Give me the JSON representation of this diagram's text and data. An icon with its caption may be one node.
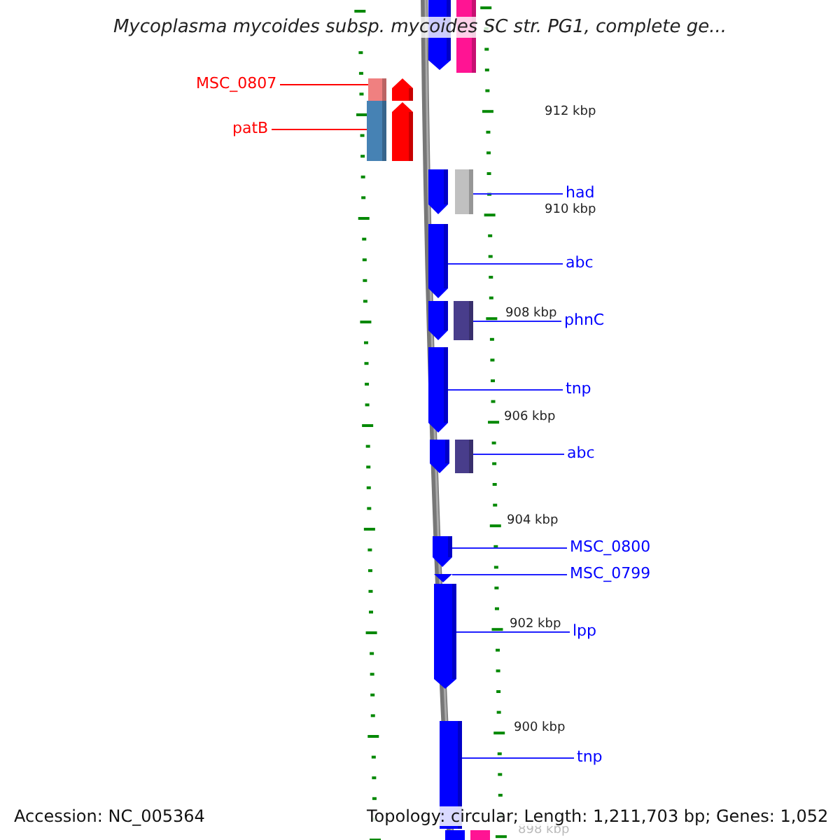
{
  "diagram": {
    "title": "Mycoplasma mycoides subsp. mycoides SC str. PG1, complete ge...",
    "nodes": [
      {
        "text": [],
        "shape": "arrow"
      },
      {
        "text": [],
        "shape": "bar"
      },
      {
        "text": [
          "MSC_0807"
        ]
      },
      {
        "text": [],
        "shape": "bar"
      },
      {
        "text": [],
        "shape": "arrow"
      },
      {
        "text": [
          "patB"
        ]
      },
      {
        "text": [],
        "shape": "bar"
      },
      {
        "text": [],
        "shape": "arrow"
      },
      {
        "text": [],
        "shape": "arrow"
      },
      {
        "text": [],
        "shape": "bar"
      },
      {
        "text": [
          "had"
        ]
      },
      {
        "text": [
          "abc"
        ]
      },
      {
        "text": [],
        "shape": "arrow"
      },
      {
        "text": [],
        "shape": "arrow"
      },
      {
        "text": [],
        "shape": "bar"
      },
      {
        "text": [
          "phnC"
        ]
      },
      {
        "text": [
          "tnp"
        ]
      },
      {
        "text": [],
        "shape": "arrow"
      },
      {
        "text": [],
        "shape": "arrow"
      },
      {
        "text": [],
        "shape": "bar"
      },
      {
        "text": [
          "abc"
        ]
      },
      {
        "text": [
          "MSC_0800"
        ]
      },
      {
        "text": [],
        "shape": "arrow"
      },
      {
        "text": [
          "MSC_0799"
        ]
      },
      {
        "text": [],
        "shape": "arrow"
      },
      {
        "text": [
          "lpp"
        ]
      },
      {
        "text": [],
        "shape": "arrow"
      },
      {
        "text": [
          "tnp"
        ]
      },
      {
        "text": [],
        "shape": "bar"
      },
      {
        "text": [],
        "shape": "bar"
      },
      {
        "text": [],
        "shape": "bar"
      }
    ],
    "edges": [
      {
        "from": 2,
        "to": 3,
        "arrow": "none",
        "color": "#ff0000"
      },
      {
        "from": 5,
        "to": 6,
        "arrow": "none",
        "color": "#ff0000"
      },
      {
        "from": 10,
        "to": 9,
        "arrow": "none"
      },
      {
        "from": 11,
        "to": 12,
        "arrow": "none"
      },
      {
        "from": 15,
        "to": 14,
        "arrow": "none"
      },
      {
        "from": 16,
        "to": 17,
        "arrow": "none"
      },
      {
        "from": 20,
        "to": 19,
        "arrow": "none"
      },
      {
        "from": 21,
        "to": 22,
        "arrow": "none"
      },
      {
        "from": 23,
        "to": 24,
        "arrow": "none"
      },
      {
        "from": 25,
        "to": 26,
        "arrow": "none"
      },
      {
        "from": 27,
        "to": 28,
        "arrow": "none"
      }
    ],
    "labels": [
      "912 kbp",
      "910 kbp",
      "908 kbp",
      "906 kbp",
      "904 kbp",
      "902 kbp",
      "900 kbp",
      "898 kbp",
      "Accession: NC_005364",
      "Topology: circular; Length: 1,211,703 bp; Genes: 1,052"
    ]
  }
}
